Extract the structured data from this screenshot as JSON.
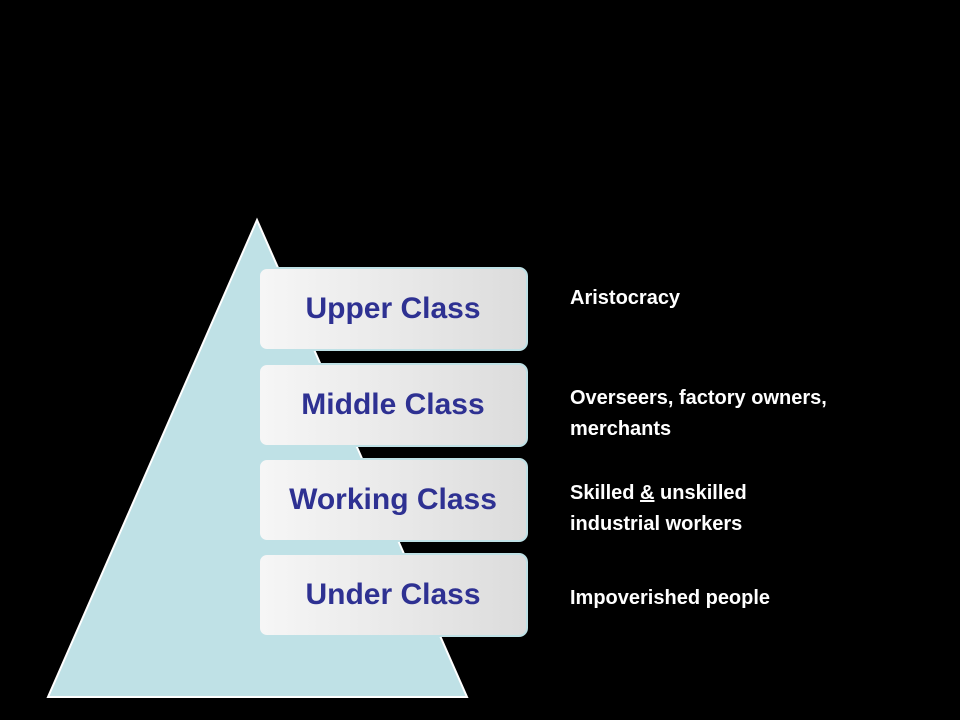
{
  "colors": {
    "background": "#000000",
    "pyramid_fill": "#bfe1e6",
    "tier_text": "#2e3192",
    "description_text": "#ffffff"
  },
  "tiers": [
    {
      "label": "Upper Class",
      "description_lines": [
        "Aristocracy"
      ]
    },
    {
      "label": "Middle Class",
      "description_lines": [
        "Overseers, factory owners,",
        "merchants"
      ]
    },
    {
      "label": "Working Class",
      "description_parts": {
        "before": "Skilled ",
        "underlined": "&",
        "after": " unskilled"
      },
      "description_line2": "industrial workers"
    },
    {
      "label": "Under Class",
      "description_lines": [
        "Impoverished people"
      ]
    }
  ]
}
